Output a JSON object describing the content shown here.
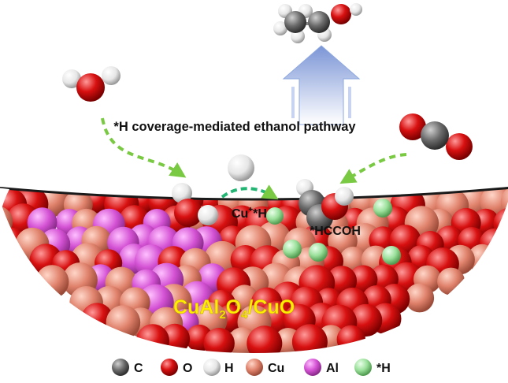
{
  "title": "*H coverage-mediated ethanol pathway",
  "labels": {
    "cu_plus": "Cu",
    "cu_plus_sup": "+",
    "star_h": "*H",
    "intermediate": "*HCCOH",
    "catalyst_parts": [
      "CuAl",
      "2",
      "O",
      "4",
      "/CuO"
    ]
  },
  "legend": [
    {
      "symbol": "C",
      "color": "#6e6e6e"
    },
    {
      "symbol": "O",
      "color": "#d81010"
    },
    {
      "symbol": "H",
      "color": "#f2f2f2"
    },
    {
      "symbol": "Cu",
      "color": "#e0826c"
    },
    {
      "symbol": "Al",
      "color": "#d452d4"
    },
    {
      "symbol": "*H",
      "color": "#9be09b"
    }
  ],
  "colors": {
    "arrow": "#7ac943",
    "catalyst_text": "#ffee00",
    "bowl_dark": "#1a1a1a"
  }
}
